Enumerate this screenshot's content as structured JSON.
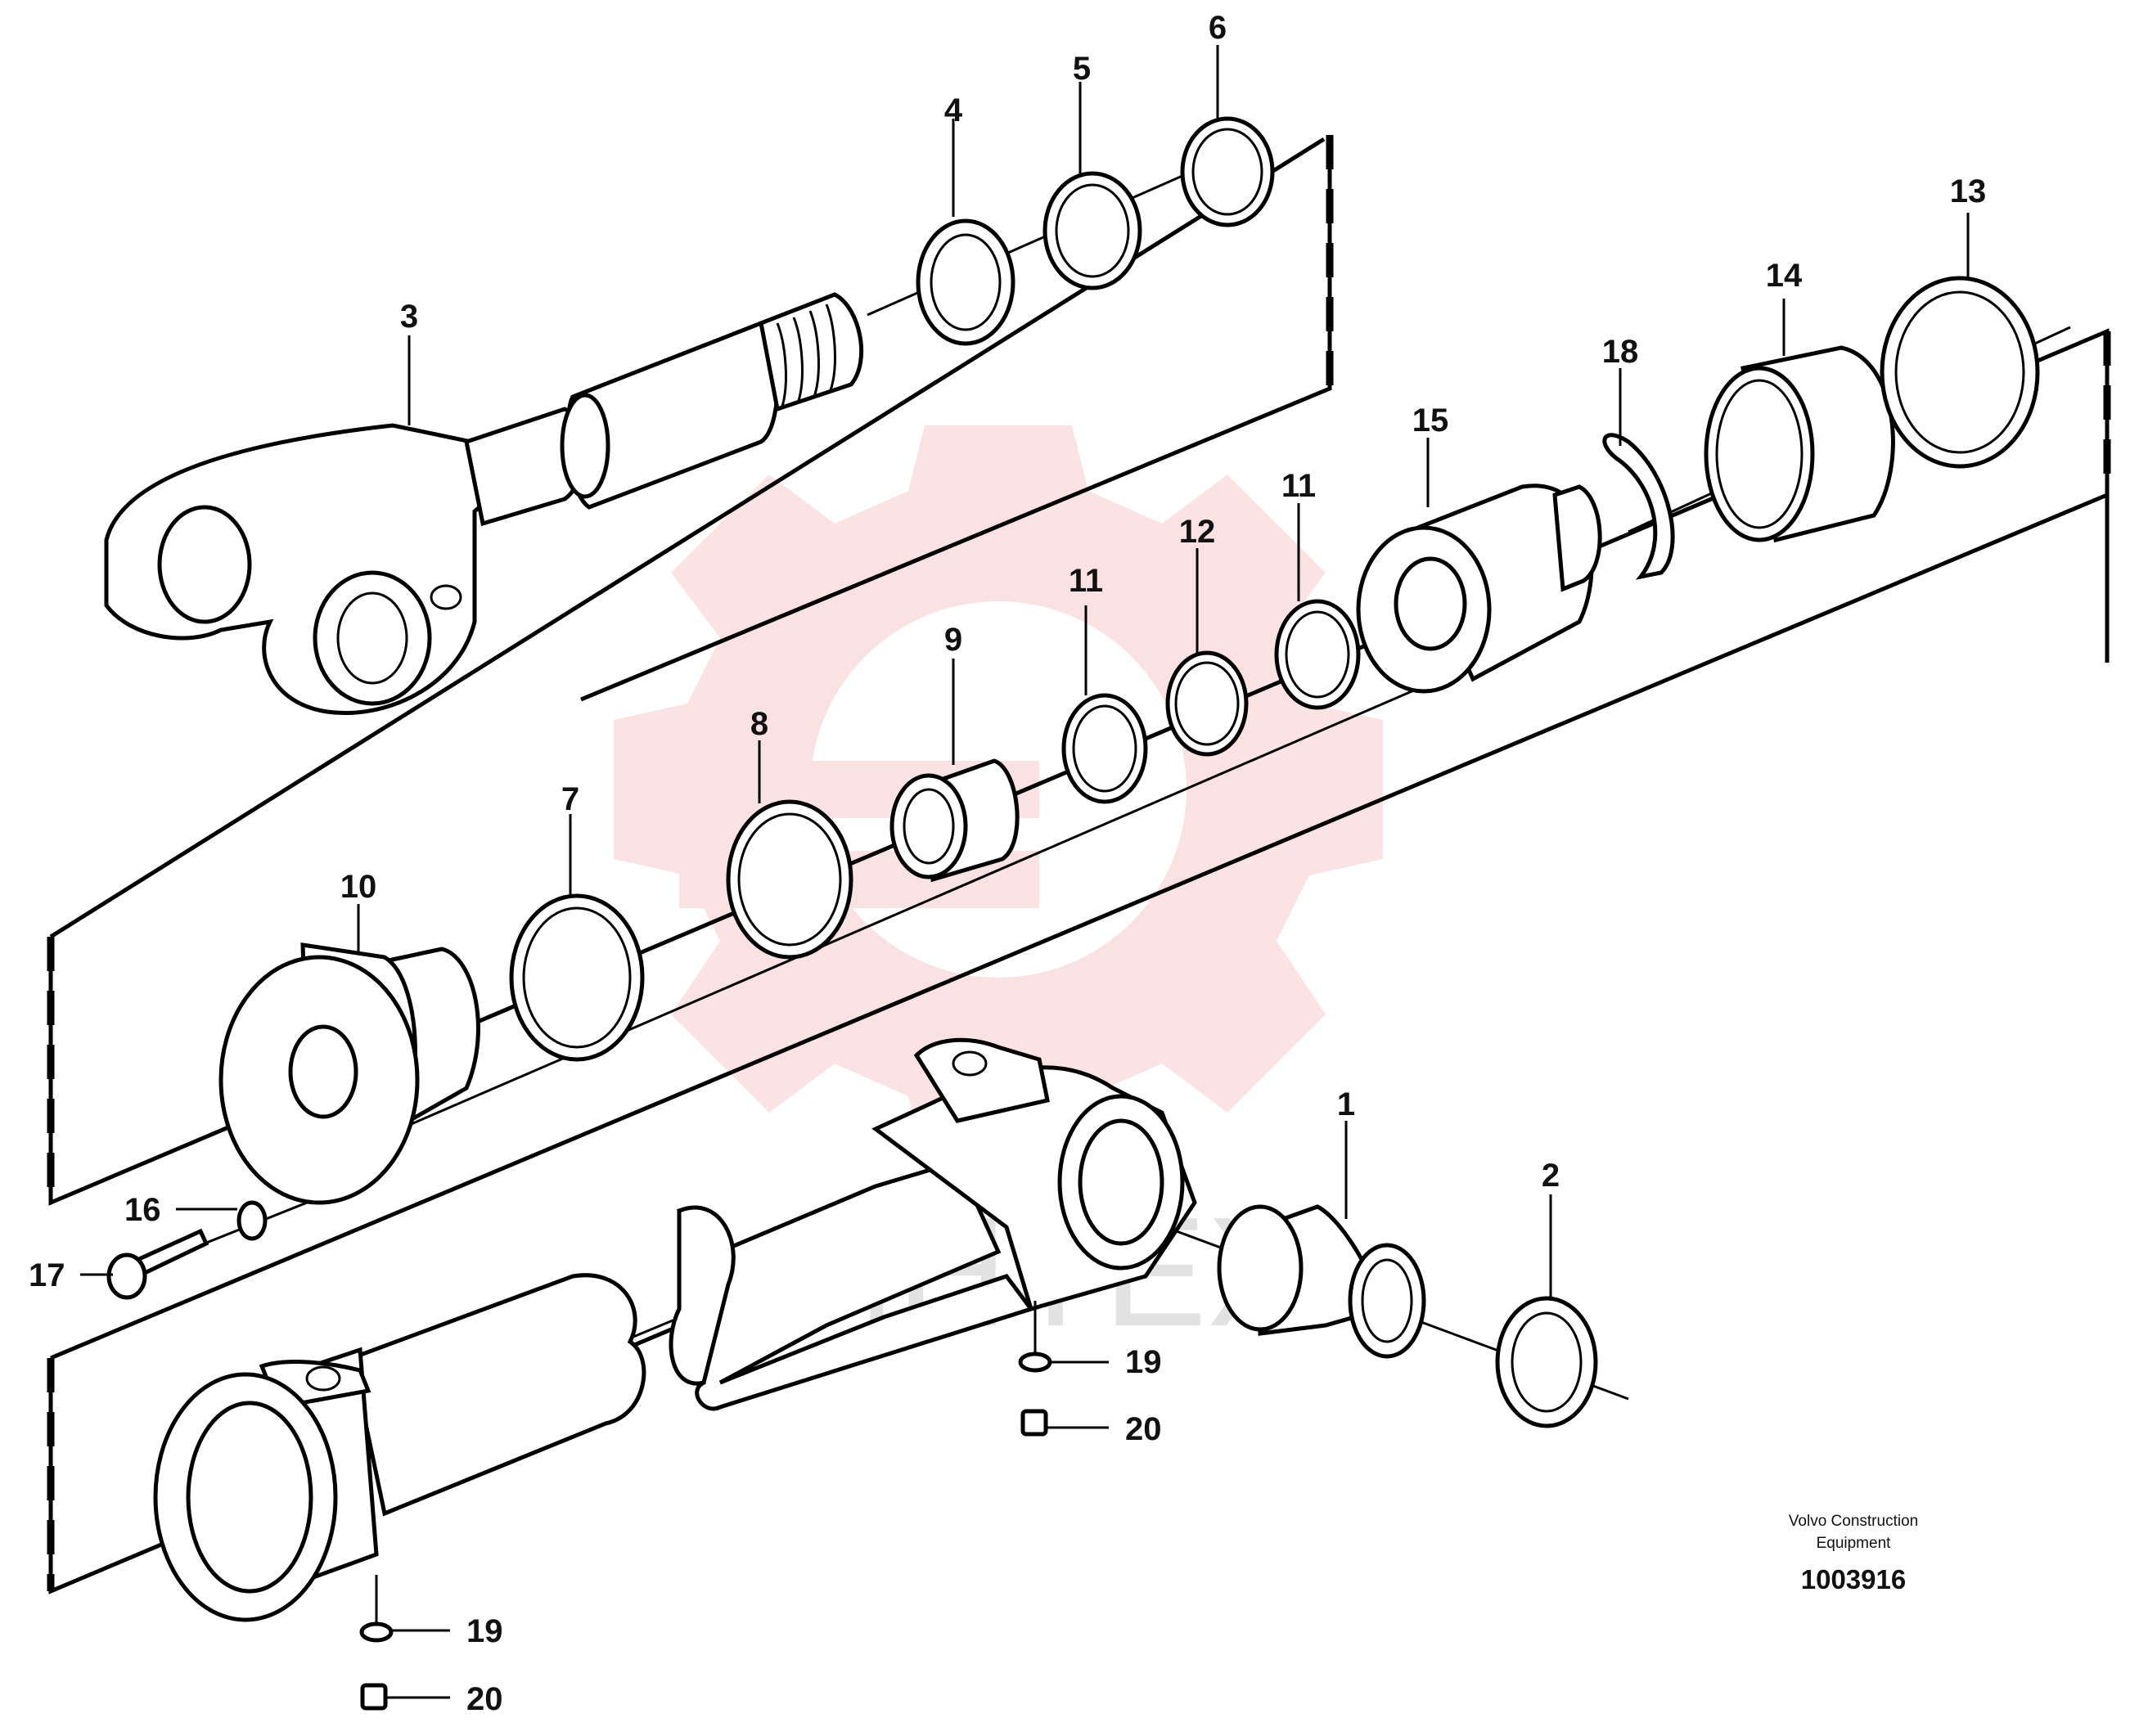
{
  "diagram": {
    "part_labels": {
      "p1": "1",
      "p2": "2",
      "p3": "3",
      "p4": "4",
      "p5": "5",
      "p6": "6",
      "p7": "7",
      "p8": "8",
      "p9": "9",
      "p10": "10",
      "p11a": "11",
      "p11b": "11",
      "p12": "12",
      "p13": "13",
      "p14": "14",
      "p15": "15",
      "p16": "16",
      "p17": "17",
      "p18": "18",
      "p19a": "19",
      "p19b": "19",
      "p20a": "20",
      "p20b": "20"
    },
    "caption": {
      "line1": "Volvo Construction",
      "line2": "Equipment"
    },
    "drawing_number": "1003916",
    "watermark": {
      "text": "ИНТЕХ",
      "color": "#f08080"
    },
    "colors": {
      "line": "#000000",
      "background": "#ffffff",
      "watermark": "#f4a6a6"
    }
  }
}
